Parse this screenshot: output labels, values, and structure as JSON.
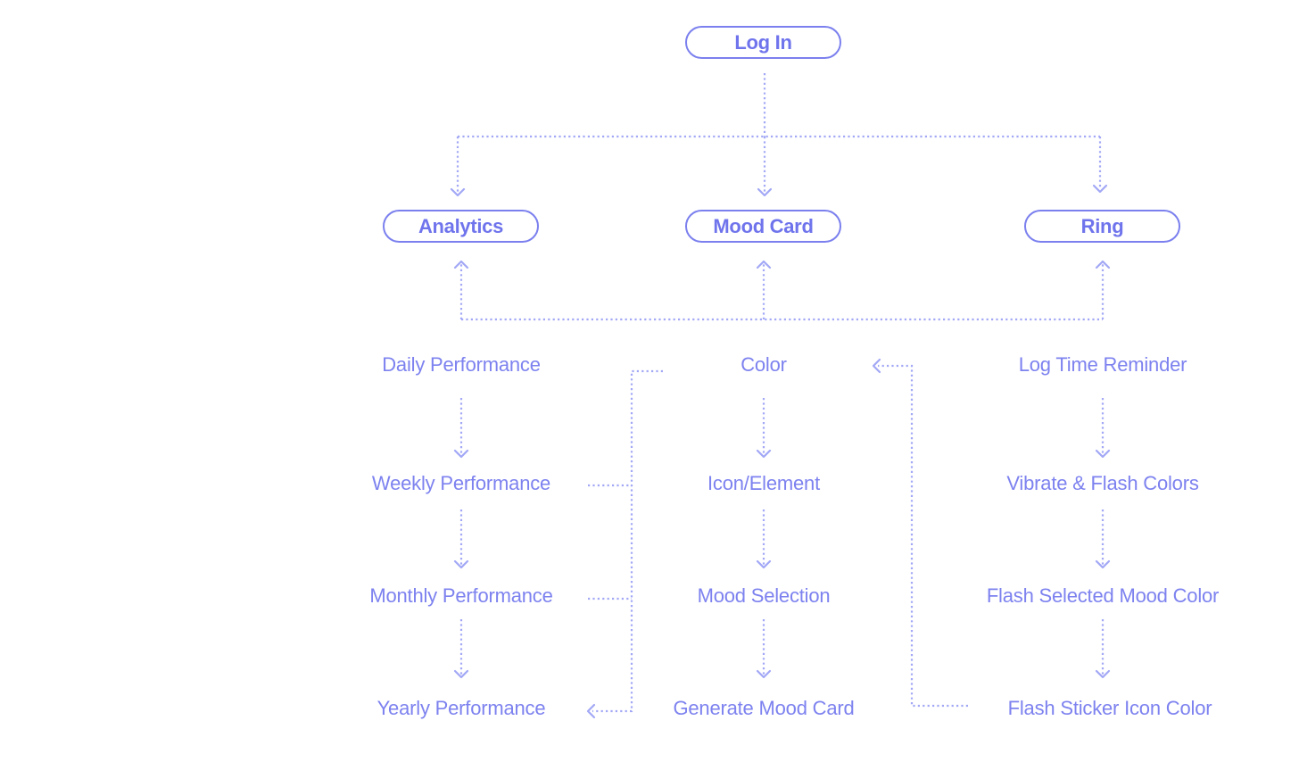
{
  "diagram": {
    "root": {
      "label": "Log In"
    },
    "sections": [
      {
        "id": "analytics",
        "label": "Analytics",
        "items": [
          "Daily Performance",
          "Weekly Performance",
          "Monthly Performance",
          "Yearly Performance"
        ]
      },
      {
        "id": "mood-card",
        "label": "Mood Card",
        "items": [
          "Color",
          "Icon/Element",
          "Mood Selection",
          "Generate Mood Card"
        ]
      },
      {
        "id": "ring",
        "label": "Ring",
        "items": [
          "Log Time Reminder",
          "Vibrate & Flash Colors",
          "Flash Selected Mood Color",
          "Flash Sticker Icon Color"
        ]
      }
    ],
    "colors": {
      "node_border": "#7b80ee",
      "node_text": "#6f74ec",
      "label_text": "#7d82ef",
      "connector": "#a2a8f5"
    }
  }
}
